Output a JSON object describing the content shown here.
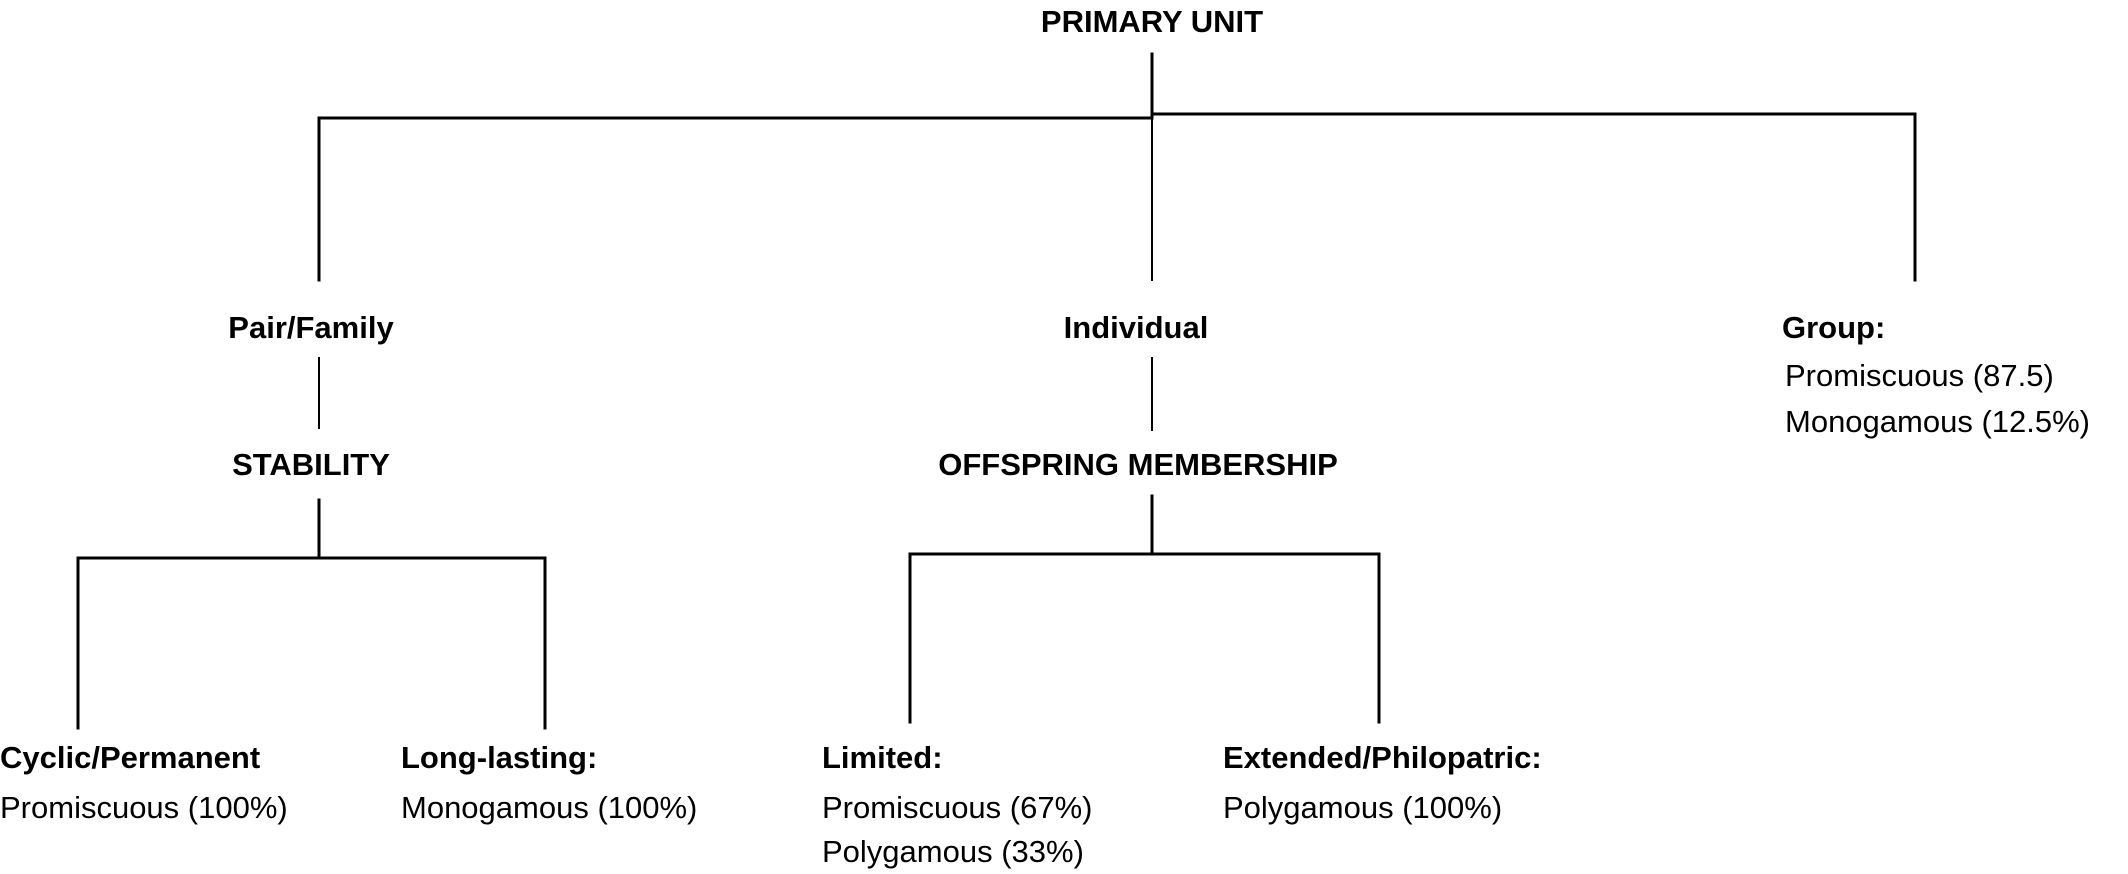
{
  "root": {
    "label": "PRIMARY UNIT"
  },
  "branches": {
    "pair_family": {
      "label": "Pair/Family",
      "criterion": "STABILITY",
      "leaves": {
        "cyclic": {
          "heading": "Cyclic/Permanent",
          "lines": [
            "Promiscuous (100%)"
          ]
        },
        "long_lasting": {
          "heading": "Long-lasting:",
          "lines": [
            "Monogamous (100%)"
          ]
        }
      }
    },
    "individual": {
      "label": "Individual",
      "criterion": "OFFSPRING MEMBERSHIP",
      "leaves": {
        "limited": {
          "heading": "Limited:",
          "lines": [
            "Promiscuous (67%)",
            "Polygamous (33%)"
          ]
        },
        "extended": {
          "heading": "Extended/Philopatric:",
          "lines": [
            "Polygamous (100%)"
          ]
        }
      }
    },
    "group": {
      "heading": "Group:",
      "lines": [
        "Promiscuous (87.5)",
        "Monogamous (12.5%)"
      ]
    }
  }
}
